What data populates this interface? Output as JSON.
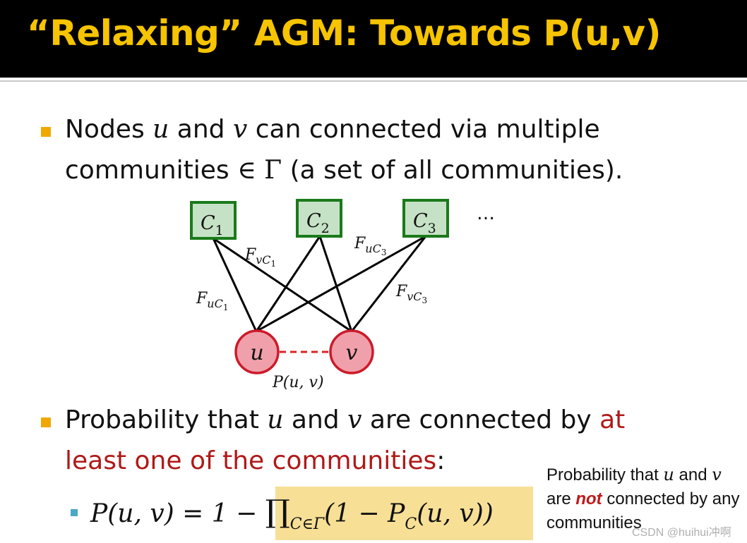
{
  "slide": {
    "title": "“Relaxing” AGM: Towards P(u,v)"
  },
  "bullet1": {
    "seg1": "Nodes ",
    "var_u": "u",
    "seg2": " and ",
    "var_v": "v",
    "seg3": " can connected via multiple",
    "line2_seg1": "communities ",
    "symbol_in": "∈",
    "symbol_gamma": " Γ",
    "line2_seg2": " (a set of all communities)."
  },
  "diagram": {
    "communities": [
      {
        "base": "C",
        "sub": "1"
      },
      {
        "base": "C",
        "sub": "2"
      },
      {
        "base": "C",
        "sub": "3"
      }
    ],
    "ellipsis": "…",
    "nodes": [
      {
        "label": "u"
      },
      {
        "label": "v"
      }
    ],
    "edge_labels": [
      {
        "base": "F",
        "sub": "vC",
        "subsub": "1"
      },
      {
        "base": "F",
        "sub": "uC",
        "subsub": "3"
      },
      {
        "base": "F",
        "sub": "uC",
        "subsub": "1"
      },
      {
        "base": "F",
        "sub": "vC",
        "subsub": "3"
      }
    ],
    "pair_label": "P(u, v)",
    "colors": {
      "community_fill": "#c6e2c6",
      "community_border": "#1a7a1a",
      "node_fill": "#f0a0aa",
      "node_border": "#cc1a2a",
      "dashed_edge": "#dd2222"
    }
  },
  "bullet2": {
    "seg1": "Probability that ",
    "var_u": "u",
    "seg2": " and ",
    "var_v": "v",
    "seg3": " are connected by ",
    "red1": "at",
    "red2": "least one of the communities",
    "colon": ":"
  },
  "formula": {
    "lhs": "P(u, v) =  1 − ",
    "prod": "∏",
    "prod_sub": "C∈Γ",
    "rhs": "(1  − P",
    "rhs_sub": "C",
    "rhs_end": "(u, v))"
  },
  "note": {
    "seg1": "Probability that ",
    "var_u": "u",
    "seg2": " and ",
    "var_v": "v",
    "seg3": "are ",
    "not": "not",
    "seg4": " connected by any communities"
  },
  "watermark": "CSDN @huihui冲啊",
  "colors": {
    "title": "#f6c400",
    "bullet": "#f0a800",
    "highlight": "#b01818",
    "formula_box": "#f7df95"
  }
}
